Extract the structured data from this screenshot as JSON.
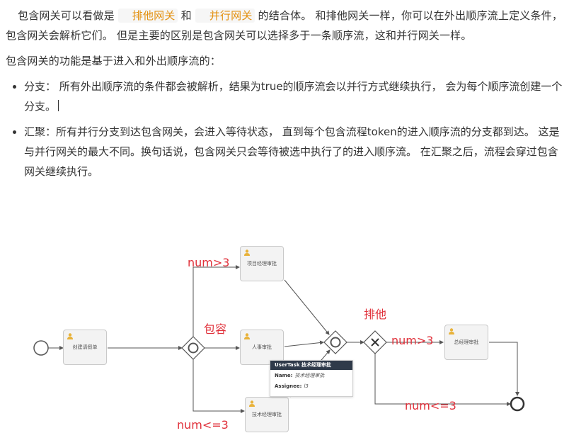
{
  "paragraph1": {
    "t1": "包含网关可以看做是",
    "code1": "排他网关",
    "t2": "和",
    "code2": "并行网关",
    "t3": "的结合体。 和排他网关一样，你可以在外出顺序流上定义条件，包含网关会解析它们。 但是主要的区别是包含网关可以选择多于一条顺序流，这和并行网关一样。"
  },
  "paragraph2": "包含网关的功能是基于进入和外出顺序流的：",
  "bullets": [
    "分支： 所有外出顺序流的条件都会被解析，结果为true的顺序流会以并行方式继续执行， 会为每个顺序流创建一个分支。",
    "汇聚：所有并行分支到达包含网关，会进入等待状态， 直到每个包含流程token的进入顺序流的分支都到达。 这是与并行网关的最大不同。换句话说，包含网关只会等待被选中执行了的进入顺序流。 在汇聚之后，流程会穿过包含网关继续执行。"
  ],
  "diagram": {
    "tasks": {
      "create": "创建请假单",
      "pm": "项目经理审批",
      "hr": "人事审批",
      "tech": "技术经理审批",
      "gm": "总经理审批"
    },
    "labels": {
      "num_gt_3_top": "num>3",
      "inclusive": "包容",
      "num_le_3_bottom": "num<=3",
      "exclusive": "排他",
      "num_gt_3_right": "num>3",
      "num_le_3_right": "num<=3"
    },
    "tooltip": {
      "title": "UserTask 技术经理审批",
      "name_key": "Name:",
      "name_val": "技术经理审批",
      "assignee_key": "Assignee:",
      "assignee_val": "l3"
    }
  },
  "colors": {
    "code_text": "#e3900f",
    "annotation_red": "#e0303a",
    "tooltip_header": "#2f3a4a"
  }
}
